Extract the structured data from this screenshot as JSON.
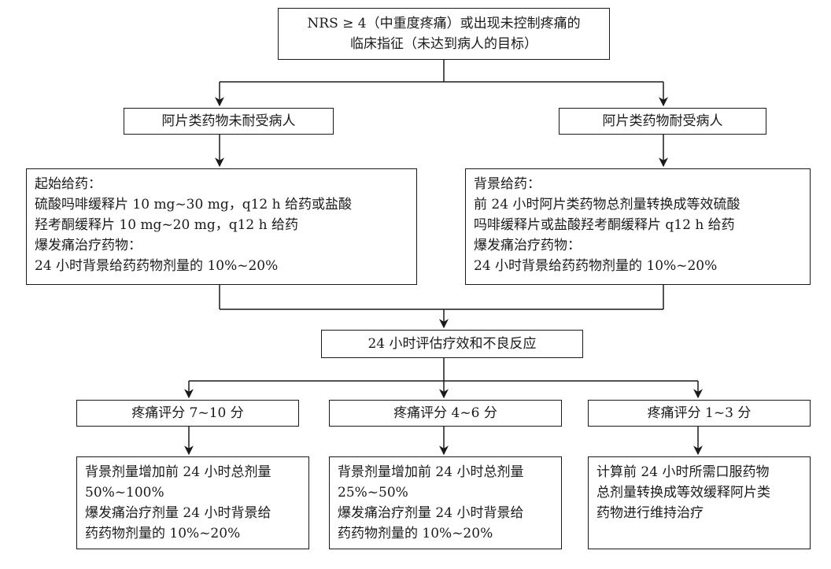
{
  "top_box": [
    "NRS ≥ 4（中重度疼痛）或出现未控制疼痛的",
    "临床指征（未达到病人的目标）"
  ],
  "naive": {
    "title": "阿片类药物未耐受病人",
    "lines": [
      "起始给药：",
      "硫酸吗啡缓释片 10 mg~30 mg，q12 h 给药或盐酸",
      "羟考酮缓释片 10 mg~20 mg，q12 h 给药",
      "爆发痛治疗药物：",
      "24 小时背景给药药物剂量的 10%~20%"
    ]
  },
  "tolerant": {
    "title": "阿片类药物耐受病人",
    "lines": [
      "背景给药：",
      "前 24 小时阿片类药物总剂量转换成等效硫酸",
      "吗啡缓释片或盐酸羟考酮缓释片 q12 h 给药",
      "爆发痛治疗药物：",
      "24 小时背景给药药物剂量的 10%~20%"
    ]
  },
  "evaluate": "24 小时评估疗效和不良反应",
  "scores": [
    {
      "title": "疼痛评分 7~10 分",
      "lines": [
        "背景剂量增加前 24 小时总剂量",
        "50%~100%",
        "爆发痛治疗剂量 24 小时背景给",
        "药药物剂量的 10%~20%"
      ]
    },
    {
      "title": "疼痛评分 4~6 分",
      "lines": [
        "背景剂量增加前 24 小时总剂量",
        "25%~50%",
        "爆发痛治疗剂量 24 小时背景给",
        "药药物剂量的 10%~20%"
      ]
    },
    {
      "title": "疼痛评分 1~3 分",
      "lines": [
        "计算前 24 小时所需口服药物",
        "总剂量转换成等效缓释阿片类",
        "药物进行维持治疗"
      ]
    }
  ]
}
